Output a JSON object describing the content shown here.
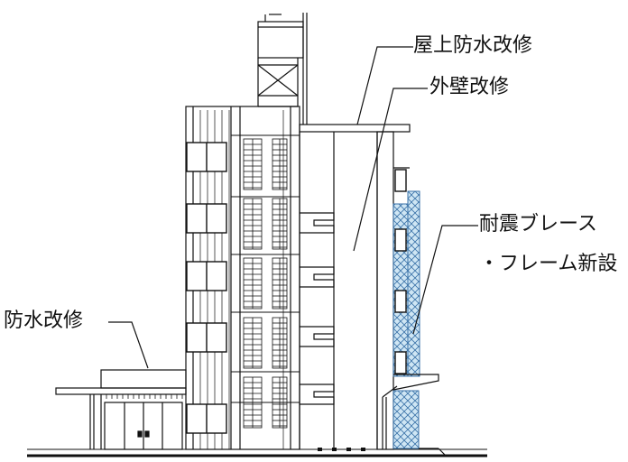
{
  "labels": {
    "roof_waterproofing": "屋上防水改修",
    "exterior_wall": "外壁改修",
    "seismic_brace_line1": "耐震ブレース",
    "seismic_brace_line2": "・フレーム新設",
    "waterproofing": "防水改修"
  },
  "colors": {
    "line": "#111111",
    "brace_fill": "#cfe6f4",
    "brace_hatch": "#3a72a8"
  }
}
